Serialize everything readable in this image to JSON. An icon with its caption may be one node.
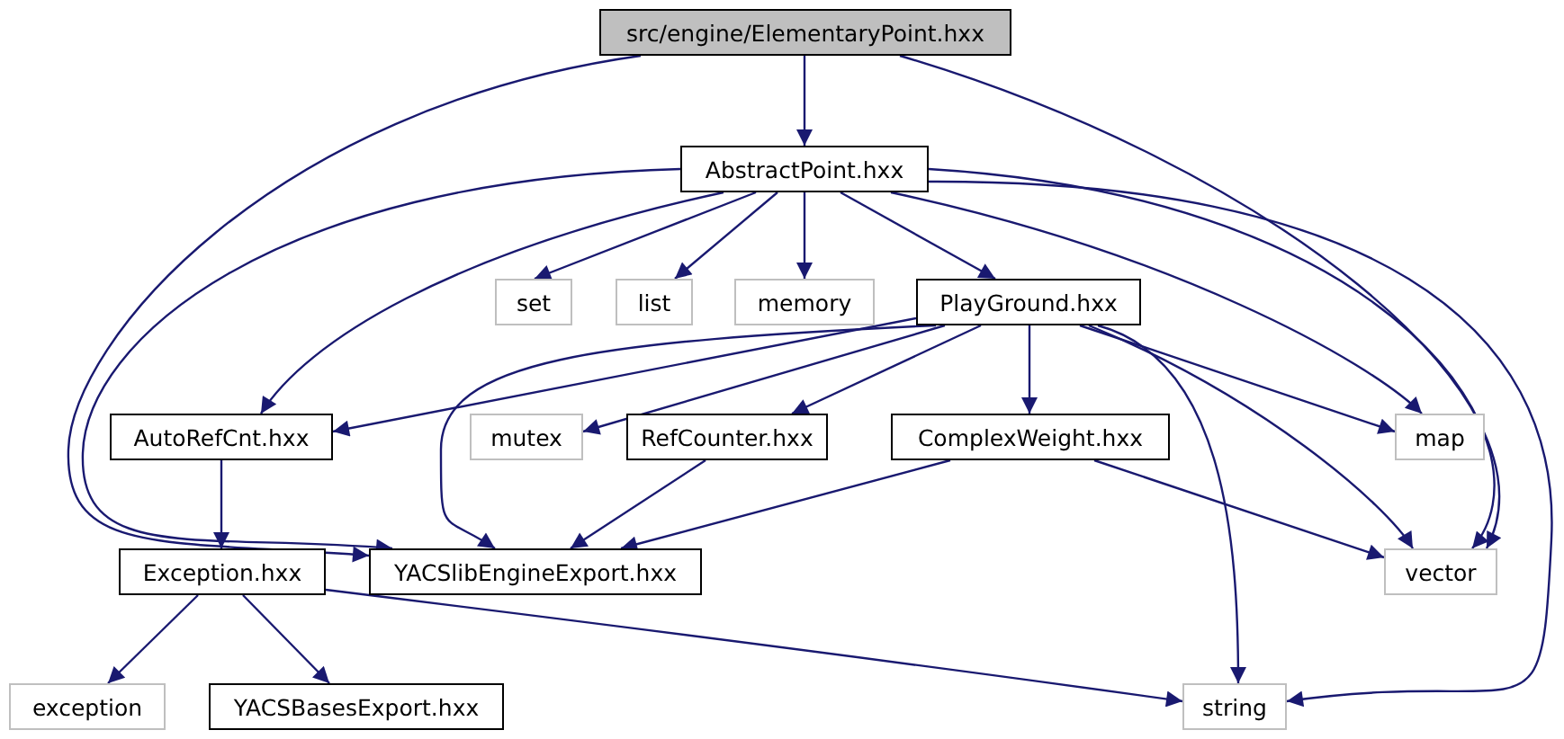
{
  "diagram": {
    "nodes": [
      {
        "text": [
          "src/engine/ElementaryPoint.hxx"
        ]
      },
      {
        "text": [
          "AbstractPoint.hxx"
        ]
      },
      {
        "text": [
          "set"
        ]
      },
      {
        "text": [
          "list"
        ]
      },
      {
        "text": [
          "memory"
        ]
      },
      {
        "text": [
          "PlayGround.hxx"
        ]
      },
      {
        "text": [
          "AutoRefCnt.hxx"
        ]
      },
      {
        "text": [
          "mutex"
        ]
      },
      {
        "text": [
          "RefCounter.hxx"
        ]
      },
      {
        "text": [
          "ComplexWeight.hxx"
        ]
      },
      {
        "text": [
          "map"
        ]
      },
      {
        "text": [
          "Exception.hxx"
        ]
      },
      {
        "text": [
          "YACSlibEngineExport.hxx"
        ]
      },
      {
        "text": [
          "vector"
        ]
      },
      {
        "text": [
          "exception"
        ]
      },
      {
        "text": [
          "YACSBasesExport.hxx"
        ]
      },
      {
        "text": [
          "string"
        ]
      }
    ],
    "edges": [
      {
        "from": 0,
        "to": 1,
        "arrow": "to"
      },
      {
        "from": 0,
        "to": 12,
        "arrow": "to"
      },
      {
        "from": 0,
        "to": 13,
        "arrow": "to"
      },
      {
        "from": 1,
        "to": 2,
        "arrow": "to"
      },
      {
        "from": 1,
        "to": 3,
        "arrow": "to"
      },
      {
        "from": 1,
        "to": 4,
        "arrow": "to"
      },
      {
        "from": 1,
        "to": 5,
        "arrow": "to"
      },
      {
        "from": 1,
        "to": 6,
        "arrow": "to"
      },
      {
        "from": 1,
        "to": 12,
        "arrow": "to"
      },
      {
        "from": 1,
        "to": 10,
        "arrow": "to"
      },
      {
        "from": 1,
        "to": 13,
        "arrow": "to"
      },
      {
        "from": 1,
        "to": 16,
        "arrow": "to"
      },
      {
        "from": 5,
        "to": 6,
        "arrow": "to"
      },
      {
        "from": 5,
        "to": 7,
        "arrow": "to"
      },
      {
        "from": 5,
        "to": 8,
        "arrow": "to"
      },
      {
        "from": 5,
        "to": 9,
        "arrow": "to"
      },
      {
        "from": 5,
        "to": 10,
        "arrow": "to"
      },
      {
        "from": 5,
        "to": 12,
        "arrow": "to"
      },
      {
        "from": 5,
        "to": 13,
        "arrow": "to"
      },
      {
        "from": 5,
        "to": 16,
        "arrow": "to"
      },
      {
        "from": 6,
        "to": 11,
        "arrow": "to"
      },
      {
        "from": 8,
        "to": 12,
        "arrow": "to"
      },
      {
        "from": 9,
        "to": 12,
        "arrow": "to"
      },
      {
        "from": 9,
        "to": 13,
        "arrow": "to"
      },
      {
        "from": 11,
        "to": 14,
        "arrow": "to"
      },
      {
        "from": 11,
        "to": 15,
        "arrow": "to"
      },
      {
        "from": 11,
        "to": 16,
        "arrow": "to"
      }
    ]
  }
}
